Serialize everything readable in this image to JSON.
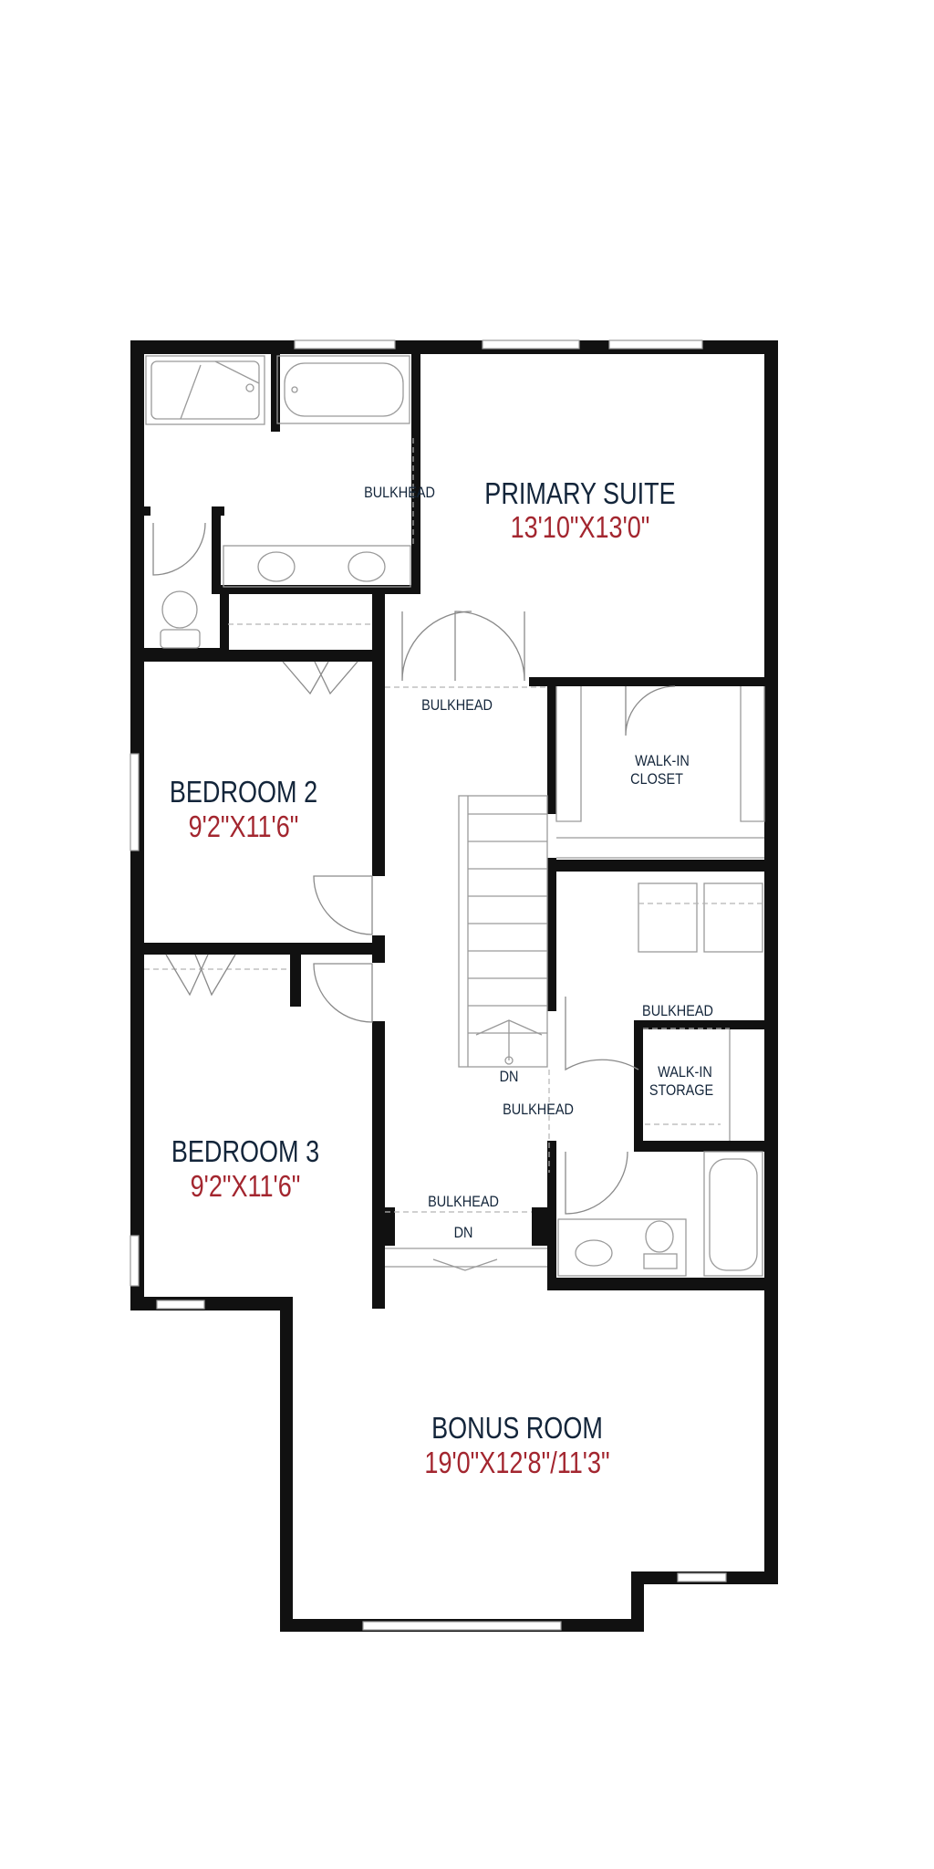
{
  "rooms": {
    "primary_suite": {
      "name": "PRIMARY SUITE",
      "size": "13'10\"X13'0\""
    },
    "bedroom_2": {
      "name": "BEDROOM 2",
      "size": "9'2\"X11'6\""
    },
    "bedroom_3": {
      "name": "BEDROOM 3",
      "size": "9'2\"X11'6\""
    },
    "bonus_room": {
      "name": "BONUS ROOM",
      "size": "19'0\"X12'8\"/11'3\""
    }
  },
  "labels": {
    "walk_in_closet_1": "WALK-IN",
    "walk_in_closet_2": "CLOSET",
    "walk_in_storage_1": "WALK-IN",
    "walk_in_storage_2": "STORAGE",
    "bulkhead": "BULKHEAD",
    "stair_down": "DN"
  },
  "colors": {
    "wall": "#111111",
    "room_name": "#13253a",
    "room_size": "#a3262f"
  }
}
